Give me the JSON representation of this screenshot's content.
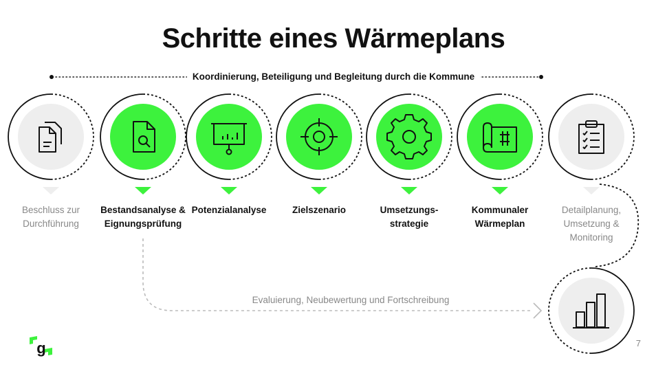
{
  "title": "Schritte eines Wärmeplans",
  "subtitle": "Koordinierung, Beteiligung und Begleitung durch die Kommune",
  "steps": [
    {
      "icon": "documents-icon",
      "label_line1": "Beschluss zur",
      "label_line2": "Durchführung",
      "label_line3": "",
      "active": false
    },
    {
      "icon": "document-search-icon",
      "label_line1": "Bestandsanalyse &",
      "label_line2": "Eignungsprüfung",
      "label_line3": "",
      "active": true
    },
    {
      "icon": "presentation-board-icon",
      "label_line1": "Potenzialanalyse",
      "label_line2": "",
      "label_line3": "",
      "active": true
    },
    {
      "icon": "target-icon",
      "label_line1": "Zielszenario",
      "label_line2": "",
      "label_line3": "",
      "active": true
    },
    {
      "icon": "gear-icon",
      "label_line1": "Umsetzungs-",
      "label_line2": "strategie",
      "label_line3": "",
      "active": true
    },
    {
      "icon": "blueprint-plan-icon",
      "label_line1": "Kommunaler",
      "label_line2": "Wärmeplan",
      "label_line3": "",
      "active": true
    },
    {
      "icon": "clipboard-checklist-icon",
      "label_line1": "Detailplanung,",
      "label_line2": "Umsetzung &",
      "label_line3": "Monitoring",
      "active": false
    }
  ],
  "feedback_label": "Evaluierung, Neubewertung und Fortschreibung",
  "monitoring_icon": "bar-chart-icon",
  "page_number": "7",
  "colors": {
    "accent": "#3df23d",
    "inactive_fill": "#eeeeee",
    "text_dark": "#111111",
    "text_muted": "#888888"
  }
}
